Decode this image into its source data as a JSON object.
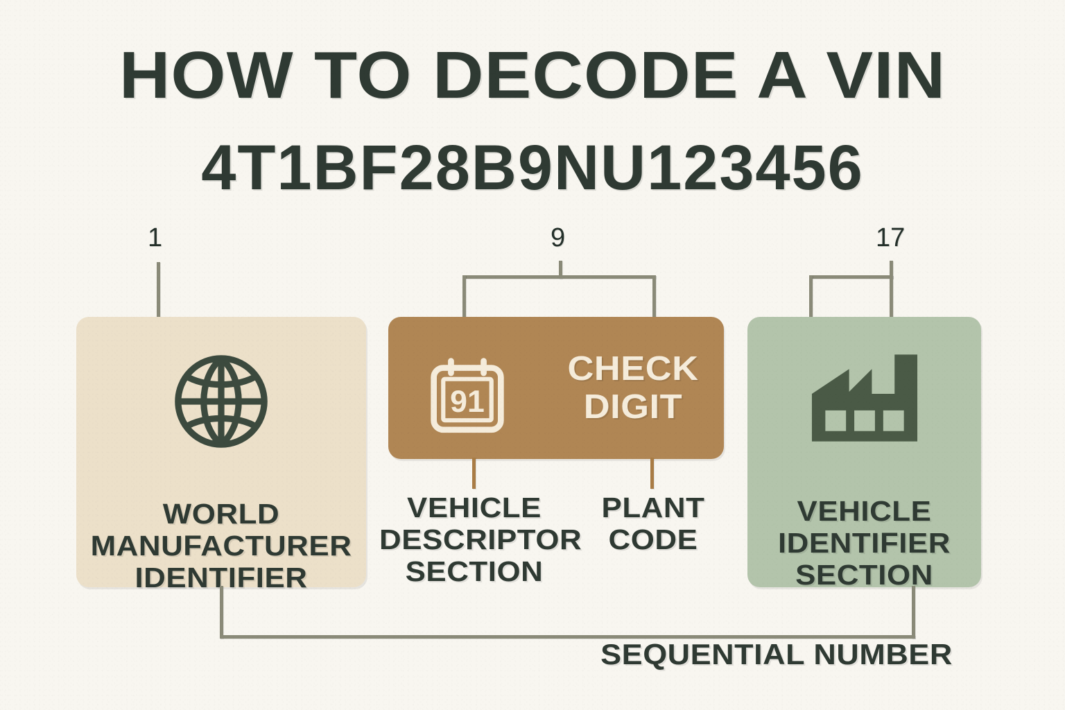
{
  "header": {
    "title": "HOW TO DECODE A VIN",
    "vin": "4T1BF28B9NU123456"
  },
  "position_markers": [
    {
      "name": "start",
      "label": "1"
    },
    {
      "name": "check",
      "label": "9"
    },
    {
      "name": "end",
      "label": "17"
    }
  ],
  "cards": {
    "wmi": {
      "label": "WORLD\nMANUFACTURER\nIDENTIFIER",
      "icon": "globe-icon",
      "bg_color": "#ece0c9",
      "text_color": "#2f3a33"
    },
    "vds": {
      "check_digit_label": "CHECK\nDIGIT",
      "calendar_value": "91",
      "icon": "calendar-icon",
      "bg_color": "#b08654",
      "text_color": "#f5ecdb"
    },
    "vis": {
      "label": "VEHICLE\nIDENTIFIER\nSECTION",
      "icon": "factory-icon",
      "bg_color": "#b3c4ab",
      "text_color": "#2f3a33"
    }
  },
  "outside_labels": {
    "vehicle_descriptor_section": "VEHICLE\nDESCRIPTOR\nSECTION",
    "plant_code": "PLANT\nCODE",
    "sequential_number": "SEQUENTIAL NUMBER"
  },
  "colors": {
    "background": "#f8f6f0",
    "connector_gray": "#8a8a78",
    "connector_brown": "#a97c45",
    "ink": "#2f3a33",
    "icon_dark": "#3c4a3e"
  }
}
